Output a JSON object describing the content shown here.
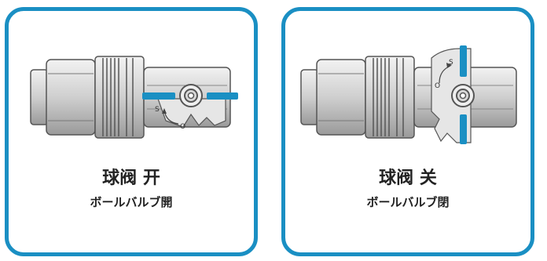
{
  "panels": [
    {
      "state": "open",
      "title": "球阀 开",
      "subtitle": "ボールバルブ開",
      "marks": {
        "s": "S",
        "o": "O"
      }
    },
    {
      "state": "closed",
      "title": "球阀 关",
      "subtitle": "ボールバルブ閉",
      "marks": {
        "s": "S",
        "o": "O"
      }
    }
  ],
  "colors": {
    "border": "#1a8fc3",
    "handle": "#1a8fc3",
    "metal": "#d6d6d6",
    "metal_dark": "#6e6e6e"
  }
}
